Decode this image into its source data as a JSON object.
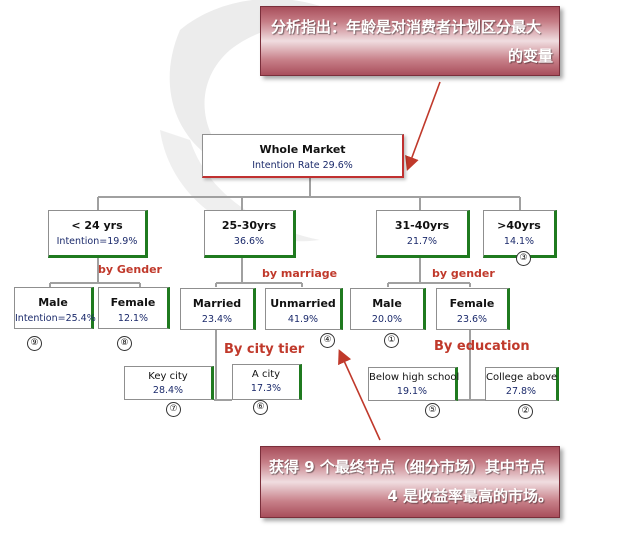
{
  "callouts": {
    "top_line1": "分析指出：年龄是对消费者计划区分最大",
    "top_line2": "的变量",
    "bottom_line1": "获得 9 个最终节点（细分市场）其中节点",
    "bottom_line2": "4 是收益率最高的市场。"
  },
  "root": {
    "title": "Whole Market",
    "value": "Intention Rate 29.6%"
  },
  "age_nodes": [
    {
      "title": "< 24 yrs",
      "value": "Intention=19.9%"
    },
    {
      "title": "25-30yrs",
      "value": "36.6%"
    },
    {
      "title": "31-40yrs",
      "value": "21.7%"
    },
    {
      "title": ">40yrs",
      "value": "14.1%"
    }
  ],
  "split_labels": {
    "gender_a": "by Gender",
    "marriage": "by marriage",
    "gender_b": "by gender",
    "city_tier": "By city tier",
    "education": "By education"
  },
  "level2_nodes": [
    {
      "title": "Male",
      "value": "Intention=25.4%"
    },
    {
      "title": "Female",
      "value": "12.1%"
    },
    {
      "title": "Married",
      "value": "23.4%"
    },
    {
      "title": "Unmarried",
      "value": "41.9%"
    },
    {
      "title": "Male",
      "value": "20.0%"
    },
    {
      "title": "Female",
      "value": "23.6%"
    }
  ],
  "level3_nodes": [
    {
      "title": "Key  city",
      "value": "28.4%"
    },
    {
      "title": "A city",
      "value": "17.3%"
    },
    {
      "title": "Below high school",
      "value": "19.1%"
    },
    {
      "title": "College above",
      "value": "27.8%"
    }
  ],
  "markers": {
    "m9": "⑨",
    "m8": "⑧",
    "m4": "④",
    "m1": "①",
    "m3": "③",
    "m7": "⑦",
    "m6": "⑥",
    "m5": "⑤",
    "m2": "②"
  },
  "colors": {
    "callout": "#b35a66",
    "split_label": "#c0392b",
    "node_accent": "#1f7a1f",
    "arrow": "#c0392b",
    "value_text": "#1b2a6b"
  }
}
